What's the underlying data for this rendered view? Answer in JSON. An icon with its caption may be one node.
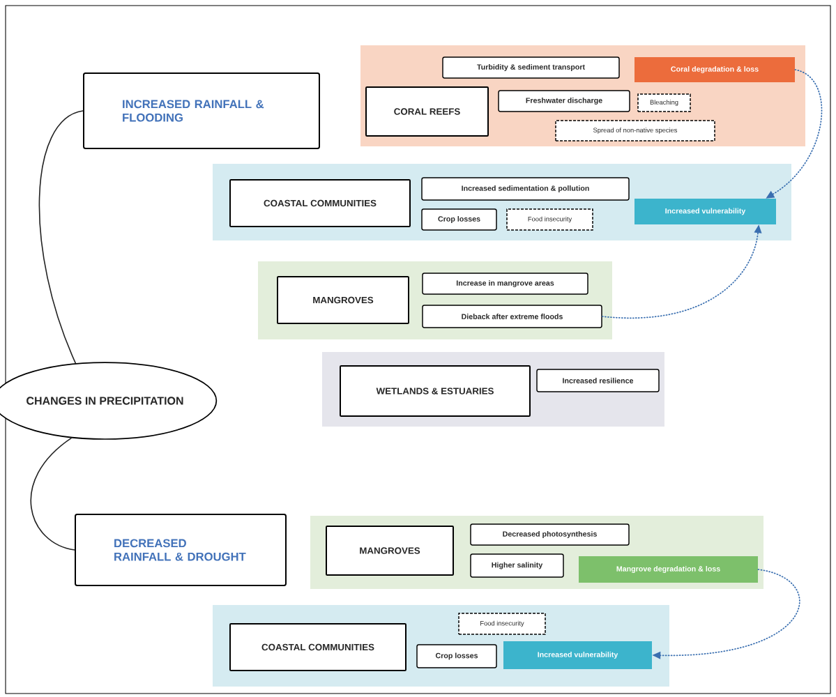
{
  "diagram": {
    "nodes": [
      {
        "text": [
          "CHANGES IN PRECIPITATION"
        ]
      },
      {
        "text": [
          "INCREASED RAINFALL & FLOODING"
        ]
      },
      {
        "text": [],
        "shape": "band"
      },
      {
        "text": [
          "CORAL REEFS"
        ],
        "in": 2
      },
      {
        "text": [
          "Turbidity & sediment transport"
        ],
        "in": 2
      },
      {
        "text": [
          "Coral degradation & loss"
        ],
        "in": 2
      },
      {
        "text": [
          "Freshwater discharge"
        ],
        "in": 2
      },
      {
        "text": [
          "Bleaching"
        ],
        "in": 2
      },
      {
        "text": [
          "Spread of non-native species"
        ],
        "in": 2
      },
      {
        "text": [],
        "shape": "band"
      },
      {
        "text": [
          "COASTAL COMMUNITIES"
        ],
        "in": 9
      },
      {
        "text": [
          "Increased sedimentation & pollution"
        ],
        "in": 9
      },
      {
        "text": [
          "Crop losses"
        ],
        "in": 9
      },
      {
        "text": [
          "Food insecurity"
        ],
        "in": 9
      },
      {
        "text": [
          "Increased vulnerability"
        ],
        "in": 9
      },
      {
        "text": [],
        "shape": "band"
      },
      {
        "text": [
          "MANGROVES"
        ],
        "in": 15
      },
      {
        "text": [
          "Increase in mangrove areas"
        ],
        "in": 15
      },
      {
        "text": [
          "Dieback after extreme floods"
        ],
        "in": 15
      },
      {
        "text": [],
        "shape": "band"
      },
      {
        "text": [
          "WETLANDS & ESTUARIES"
        ],
        "in": 19
      },
      {
        "text": [
          "Increased resilience"
        ],
        "in": 19
      },
      {
        "text": [
          "DECREASED RAINFALL & DROUGHT"
        ]
      },
      {
        "text": [],
        "shape": "band"
      },
      {
        "text": [
          "MANGROVES"
        ],
        "in": 23
      },
      {
        "text": [
          "Decreased photosynthesis"
        ],
        "in": 23
      },
      {
        "text": [
          "Higher salinity"
        ],
        "in": 23
      },
      {
        "text": [
          "Mangrove degradation & loss"
        ],
        "in": 23
      },
      {
        "text": [],
        "shape": "band"
      },
      {
        "text": [
          "COASTAL COMMUNITIES"
        ],
        "in": 28
      },
      {
        "text": [
          "Food insecurity"
        ],
        "in": 28
      },
      {
        "text": [
          "Crop losses"
        ],
        "in": 28
      },
      {
        "text": [
          "Increased vulnerability"
        ],
        "in": 28
      }
    ],
    "edges": [
      {
        "from": 0,
        "to": 1,
        "arrow": "none",
        "color": "#222222"
      },
      {
        "from": 0,
        "to": 22,
        "arrow": "none",
        "color": "#222222"
      },
      {
        "from": 5,
        "to": 14,
        "arrow": "to",
        "style": "dashed"
      },
      {
        "from": 18,
        "to": 14,
        "arrow": "to",
        "style": "dashed"
      },
      {
        "from": 27,
        "to": 32,
        "arrow": "to",
        "style": "dashed"
      }
    ]
  }
}
